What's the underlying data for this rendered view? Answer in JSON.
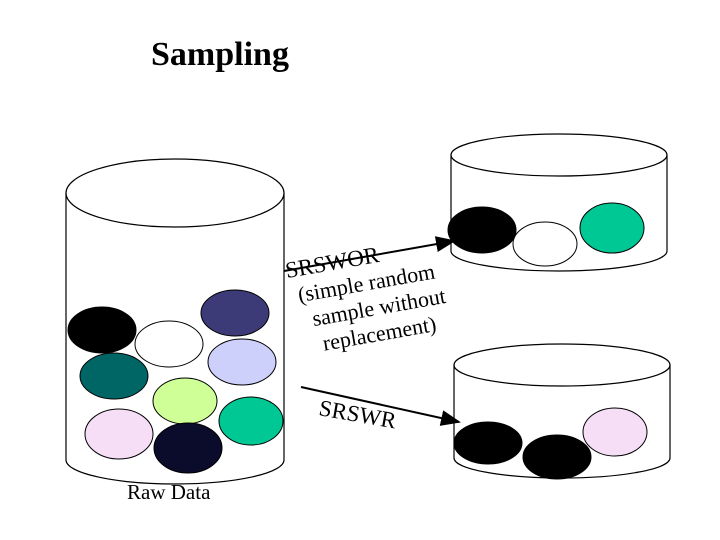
{
  "title": "Sampling",
  "raw_data_label": "Raw Data",
  "srswor": {
    "heading": "SRSWOR",
    "line1": "(simple random",
    "line2": "sample without",
    "line3": "replacement)"
  },
  "srswr": {
    "label": "SRSWR"
  },
  "colors": {
    "black": "#000000",
    "white": "#ffffff",
    "navy": "#3d3a78",
    "teal": "#006565",
    "lavender": "#cdd0fa",
    "light_green": "#cfff97",
    "green": "#00c895",
    "pink": "#f6def6",
    "dark_navy": "#0b0c2b"
  }
}
